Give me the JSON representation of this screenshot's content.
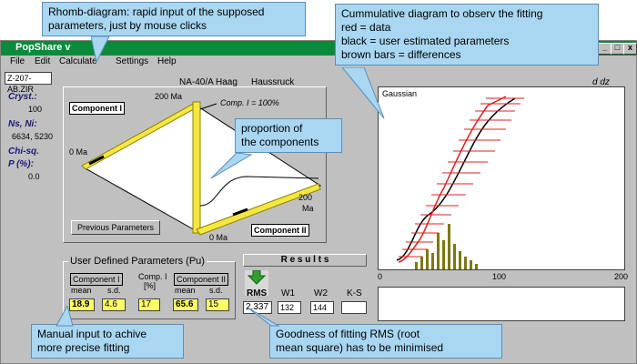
{
  "window": {
    "title": "PopShare v",
    "menu": [
      "File",
      "Edit",
      "Calculate",
      "Settings",
      "Help"
    ],
    "header_sample_id": "NA-40/A Haag",
    "header_location": "Haussruck",
    "header_right": "d dz"
  },
  "left_panel": {
    "sample": "Z-207-AB.ZIR",
    "cryst_label": "Cryst.:",
    "cryst_value": "100",
    "ns_ni_label": "Ns, Ni:",
    "ns_ni_value": "6634, 5230",
    "chisq_label": "Chi-sq.",
    "p_label": "P (%):",
    "p_value": "0.0"
  },
  "rhomb": {
    "component1": "Component I",
    "component2": "Component II",
    "label_200_top": "200 Ma",
    "label_0_left": "0 Ma",
    "label_200_right": "200",
    "label_ma_right": "Ma",
    "label_0_bottom": "0 Ma",
    "comp_ratio": "Comp. I = 100%",
    "prev_button": "Previous Parameters"
  },
  "user_params": {
    "title": "User Defined Parameters  (Pu)",
    "comp1_header": "Component I",
    "comp2_header": "Component II",
    "comp_pct_header_1": "Comp. I",
    "comp_pct_header_2": "[%]",
    "mean_label": "mean",
    "sd_label": "s.d.",
    "comp1_mean": "18.9",
    "comp1_sd": "4.6",
    "comp_pct": "17",
    "comp2_mean": "65.6",
    "comp2_sd": "15"
  },
  "results": {
    "title": "R e s u l t s",
    "rms_label": "RMS",
    "w1_label": "W1",
    "w2_label": "W2",
    "ks_label": "K-S",
    "rms_value": "2.337",
    "w1_value": "132",
    "w2_value": "144",
    "ks_value": ""
  },
  "plot": {
    "legend": "Gaussian",
    "x_min": "0",
    "x_mid": "100",
    "x_max": "200"
  },
  "callouts": {
    "rhomb": [
      "Rhomb-diagram: rapid input of the supposed",
      "parameters, just by mouse clicks"
    ],
    "cumulative": [
      "Cummulative diagram to observ the fitting",
      "red = data",
      "black = user estimated parameters",
      "brown bars = differences"
    ],
    "proportion": [
      "proportion of",
      "the components"
    ],
    "manual": [
      "Manual input to achive",
      "more precise fitting"
    ],
    "goodness": [
      "Goodness of fitting RMS (root",
      "mean square) has to be minimised"
    ]
  },
  "colors": {
    "titlebar": "#0a8a3a",
    "window": "#c0c0c0",
    "callout": "#a9d6f1",
    "rhomb_edge": "#f5e642",
    "data": "#e02020",
    "bars": "#7a7a10"
  }
}
